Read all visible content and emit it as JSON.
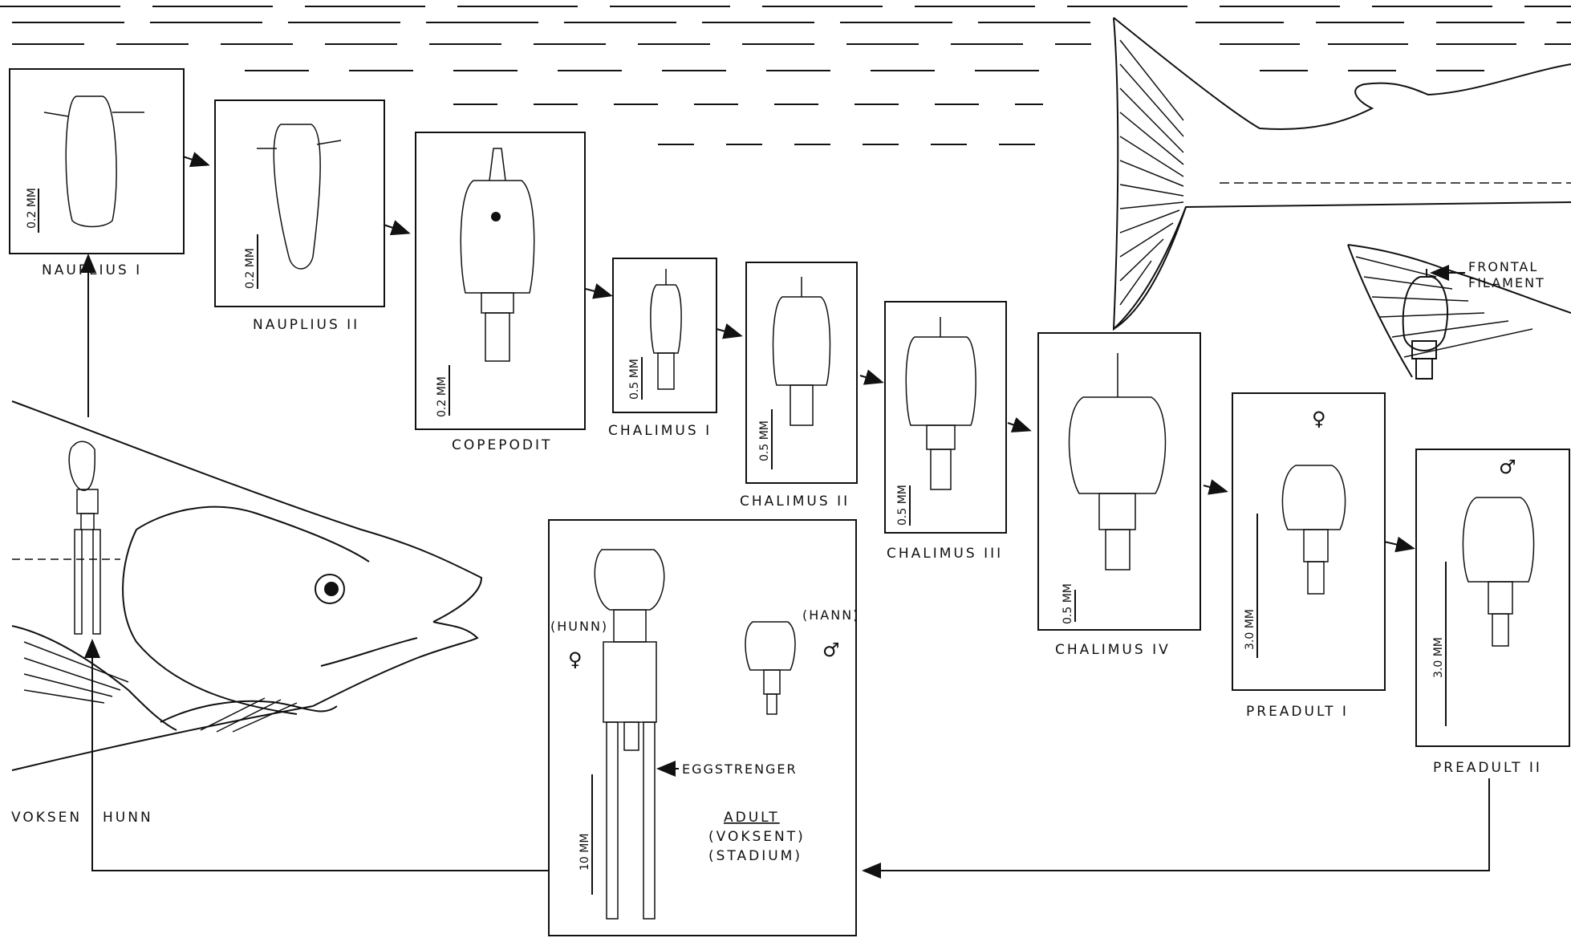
{
  "stages": [
    {
      "id": "nauplius-1",
      "name": "NAUPLIUS  I",
      "scale": "0.2 MM"
    },
    {
      "id": "nauplius-2",
      "name": "NAUPLIUS  II",
      "scale": "0.2 MM"
    },
    {
      "id": "copepodit",
      "name": "COPEPODIT",
      "scale": "0.2 MM"
    },
    {
      "id": "chalimus-1",
      "name": "CHALIMUS  I",
      "scale": "0.5 MM"
    },
    {
      "id": "chalimus-2",
      "name": "CHALIMUS  II",
      "scale": "0.5 MM"
    },
    {
      "id": "chalimus-3",
      "name": "CHALIMUS  III",
      "scale": "0.5 MM"
    },
    {
      "id": "chalimus-4",
      "name": "CHALIMUS  IV",
      "scale": "0.5 MM"
    },
    {
      "id": "preadult-1",
      "name": "PREADULT   I",
      "scale": "3.0 MM",
      "sex": "♀"
    },
    {
      "id": "preadult-2",
      "name": "PREADULT   II",
      "scale": "3.0 MM",
      "sex": "♂"
    }
  ],
  "adult": {
    "title": "ADULT",
    "line2": "(VOKSENT)",
    "line3": "(STADIUM)",
    "female_label": "(HUNN)",
    "male_label": "(HANN)",
    "female_symbol": "♀",
    "male_symbol": "♂",
    "egg_label": "EGGSTRENGER",
    "scale": "10 MM"
  },
  "host": {
    "voksen": "VOKSEN",
    "hunn": "HUNN"
  },
  "frontal_filament": {
    "line1": "FRONTAL",
    "line2": "FILAMENT"
  }
}
